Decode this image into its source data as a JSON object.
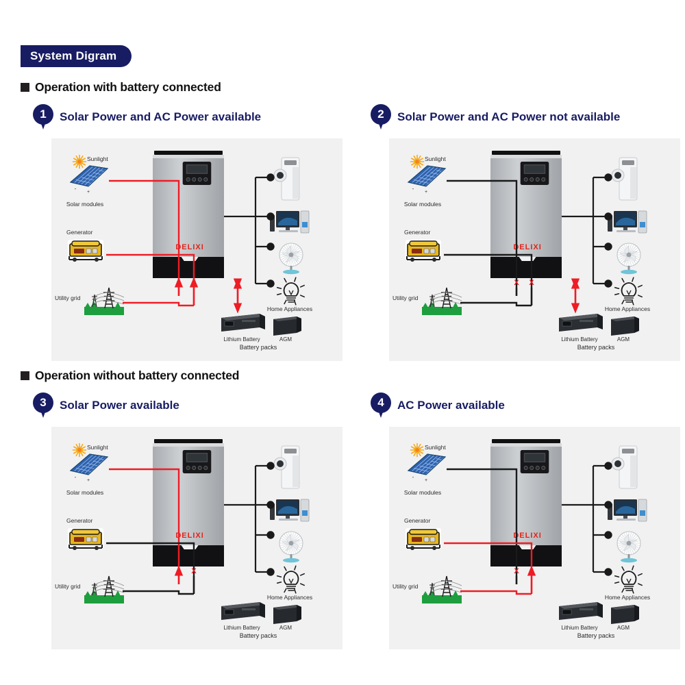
{
  "header": {
    "badge_title": "System Digram",
    "section_with_battery": "Operation with battery connected",
    "section_without_battery": "Operation without battery connected"
  },
  "colors": {
    "navy": "#181c63",
    "active_red": "#ee1c25",
    "inactive_black": "#1a1a1a",
    "panel_bg": "#f1f1f1",
    "brand_red": "#e2231a",
    "inverter_body": "#b9bcc0",
    "inverter_dark": "#1c1c1c",
    "solar_blue": "#2b5aa8",
    "sun_orange": "#f7a71a",
    "generator_yellow": "#e8b61d",
    "grass_green": "#1e9e3e"
  },
  "labels": {
    "sunlight": "Sunlight",
    "solar_modules": "Solar modules",
    "generator": "Generator",
    "utility_grid": "Utility grid",
    "home_appliances": "Home Appliances",
    "lithium_battery": "Lithium Battery",
    "agm": "AGM",
    "battery_packs": "Battery packs",
    "brand": "DELIXI",
    "cross_mark": "X"
  },
  "panels": [
    {
      "number": "1",
      "title": "Solar Power and AC Power available",
      "solar_line": "active",
      "ac_line": "active",
      "battery_line": "bidirectional",
      "battery_shown": true
    },
    {
      "number": "2",
      "title": "Solar Power and AC Power not available",
      "solar_line": "blocked",
      "ac_line": "blocked",
      "battery_line": "bidirectional",
      "battery_shown": true
    },
    {
      "number": "3",
      "title": "Solar Power available",
      "solar_line": "active",
      "ac_line": "blocked",
      "battery_line": "none",
      "battery_shown": true
    },
    {
      "number": "4",
      "title": "AC Power available",
      "solar_line": "blocked",
      "ac_line": "active",
      "battery_line": "none",
      "battery_shown": true
    }
  ]
}
